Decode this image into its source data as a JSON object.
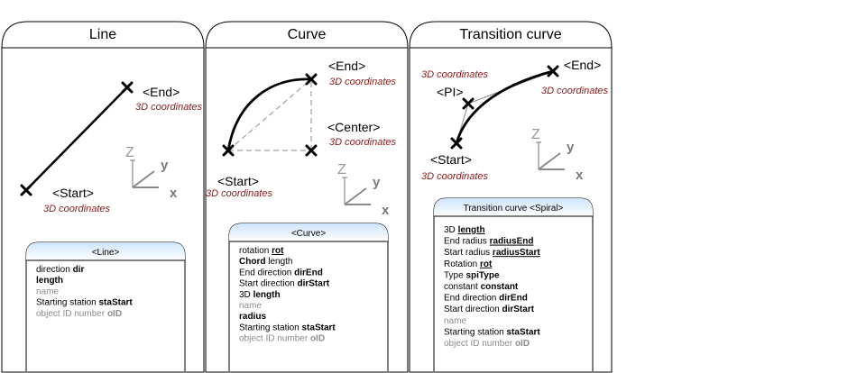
{
  "colors": {
    "line": "#000000",
    "coordinates_text": "#8b1a1a",
    "axis": "#8a8a8a",
    "dashed": "#a0a0a0",
    "class_header_top": "#cfe4fb",
    "class_header_bottom": "#ffffff",
    "optional_attribute": "#8c8c8c"
  },
  "axes": {
    "z": "Z",
    "y": "y",
    "x": "x"
  },
  "panels": [
    {
      "title": "Line",
      "labels": {
        "end": "<End>",
        "end_coords": "3D coordinates",
        "start": "<Start>",
        "start_coords": "3D coordinates"
      },
      "class_box": {
        "title": "<Line>",
        "attributes": [
          {
            "pre": "direction ",
            "bold": "dir",
            "underline": false,
            "grey": false
          },
          {
            "pre": "",
            "bold": "length",
            "underline": false,
            "grey": false
          },
          {
            "pre": "",
            "bold": "name",
            "underline": false,
            "grey": true
          },
          {
            "pre": "Starting station ",
            "bold": "staStart",
            "underline": false,
            "grey": false
          },
          {
            "pre": "object ID number ",
            "bold": "oID",
            "underline": false,
            "grey": true
          }
        ]
      }
    },
    {
      "title": "Curve",
      "labels": {
        "end": "<End>",
        "end_coords": "3D coordinates",
        "center": "<Center>",
        "center_coords": "3D coordinates",
        "start": "<Start>",
        "start_coords": "3D coordinates"
      },
      "class_box": {
        "title": "<Curve>",
        "attributes": [
          {
            "pre": "rotation ",
            "bold": "rot",
            "underline": true,
            "grey": false
          },
          {
            "pre": "",
            "bold": "Chord",
            "post": " length",
            "underline": false,
            "grey": false
          },
          {
            "pre": "End direction ",
            "bold": "dirEnd",
            "underline": false,
            "grey": false
          },
          {
            "pre": "Start direction ",
            "bold": "dirStart",
            "underline": false,
            "grey": false
          },
          {
            "pre": "3D ",
            "bold": "length",
            "underline": false,
            "grey": false
          },
          {
            "pre": "",
            "bold": "name",
            "underline": false,
            "grey": true
          },
          {
            "pre": "",
            "bold": "radius",
            "underline": false,
            "grey": false
          },
          {
            "pre": "Starting station ",
            "bold": "staStart",
            "underline": false,
            "grey": false
          },
          {
            "pre": "object ID number ",
            "bold": "oID",
            "underline": false,
            "grey": true
          }
        ]
      }
    },
    {
      "title": "Transition curve",
      "labels": {
        "end": "<End>",
        "end_coords": "3D coordinates",
        "pi": "<PI>",
        "pi_coords": "3D coordinates",
        "start": "<Start>",
        "start_coords": "3D coordinates"
      },
      "class_box": {
        "title": "Transition curve <Spiral>",
        "attributes": [
          {
            "pre": "3D ",
            "bold": "length",
            "underline": true,
            "grey": false
          },
          {
            "pre": "End radius ",
            "bold": "radiusEnd",
            "underline": true,
            "grey": false
          },
          {
            "pre": "Start radius ",
            "bold": "radiusStart",
            "underline": true,
            "grey": false
          },
          {
            "pre": "Rotation ",
            "bold": "rot",
            "underline": true,
            "grey": false
          },
          {
            "pre": "Type ",
            "bold": "spiType",
            "underline": false,
            "grey": false
          },
          {
            "pre": "constant ",
            "bold": "constant",
            "underline": false,
            "grey": false
          },
          {
            "pre": "End direction ",
            "bold": "dirEnd",
            "underline": false,
            "grey": false
          },
          {
            "pre": "Start direction ",
            "bold": "dirStart",
            "underline": false,
            "grey": false
          },
          {
            "pre": "",
            "bold": "name",
            "underline": false,
            "grey": true,
            "plain": true
          },
          {
            "pre": "Starting station ",
            "bold": "staStart",
            "underline": false,
            "grey": false
          },
          {
            "pre": "object ID number ",
            "bold": "oID",
            "underline": false,
            "grey": true
          }
        ]
      }
    }
  ]
}
